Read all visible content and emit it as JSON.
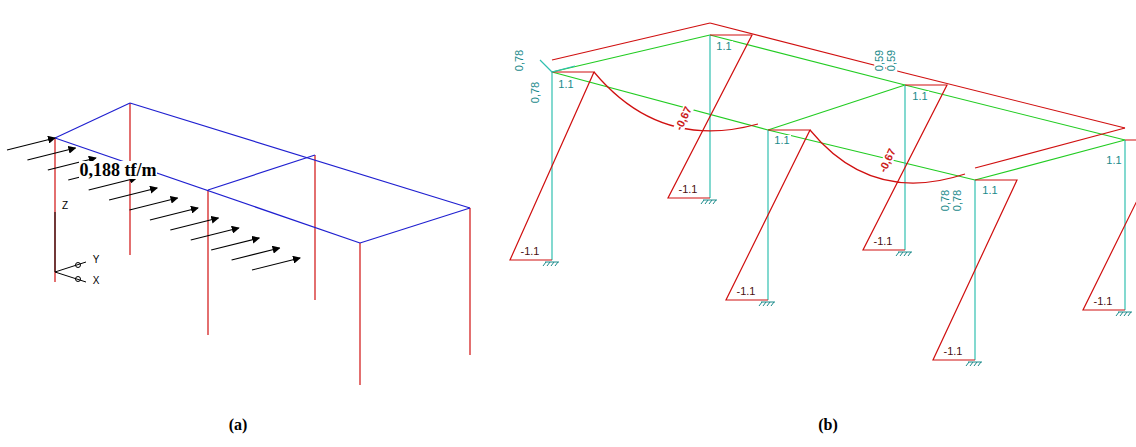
{
  "diagram": {
    "labels": [
      "0,188 tf/m",
      "Z",
      "Y",
      "X",
      "(a)",
      "(b)",
      "0,78",
      "0,78",
      "1.1",
      "1.1",
      "0,59",
      "0,59",
      "1.1",
      "1.1",
      "-0,67",
      "-0,67",
      "0,78",
      "0,78",
      "1.1",
      "1.1",
      "-1.1",
      "-1.1",
      "-1.1",
      "-1.1",
      "-1.1",
      "-1.1"
    ]
  }
}
